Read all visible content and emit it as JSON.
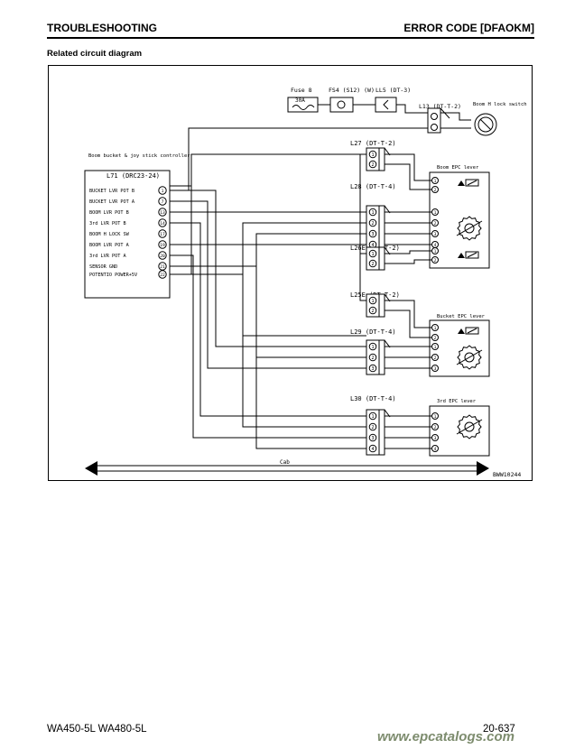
{
  "header": {
    "title": "TROUBLESHOOTING",
    "code": "ERROR CODE [DFAOKM]"
  },
  "subtitle": "Related circuit diagram",
  "diagram": {
    "top_chain": {
      "fuse": "Fuse 8",
      "fuse_rating": "30A",
      "fs4": "FS4 (S12) (W)",
      "ll5": "LL5 (DT-3)"
    },
    "l13": "L13 (DT-T-2)",
    "boom_lock_switch": "Boom H lock switch",
    "controller_title": "Boom bucket & joy stick controller",
    "controller_conn": "L71 (DRC23-24)",
    "controller_pins": [
      {
        "label": "BUCKET LVR POT B",
        "pin": "1"
      },
      {
        "label": "BUCKET LVR POT A",
        "pin": "7"
      },
      {
        "label": "BOOM LVR POT B",
        "pin": "13"
      },
      {
        "label": "3rd LVR POT B",
        "pin": "14"
      },
      {
        "label": "BOOM H LOCK SW",
        "pin": "17"
      },
      {
        "label": "BOOM LVR POT A",
        "pin": "19"
      },
      {
        "label": "3rd LVR POT A",
        "pin": "20"
      },
      {
        "label": "SENSOR GND",
        "pin": "21"
      },
      {
        "label": "POTENTIO POWER+5V",
        "pin": "22"
      }
    ],
    "connectors": {
      "l27": "L27 (DT-T-2)",
      "l28": "L28 (DT-T-4)",
      "l26e": "L26E (DT-T-2)",
      "l25e": "L25E (DT-T-2)",
      "l29": "L29 (DT-T-4)",
      "l30": "L30 (DT-T-4)"
    },
    "levers": {
      "boom": "Boom EPC lever",
      "bucket": "Bucket EPC lever",
      "third": "3rd EPC lever"
    },
    "cab": "Cab",
    "drawing_id": "BWW10244"
  },
  "footer": {
    "model": "WA450-5L WA480-5L",
    "page": "20-637",
    "watermark": "www.epcatalogs.com"
  }
}
